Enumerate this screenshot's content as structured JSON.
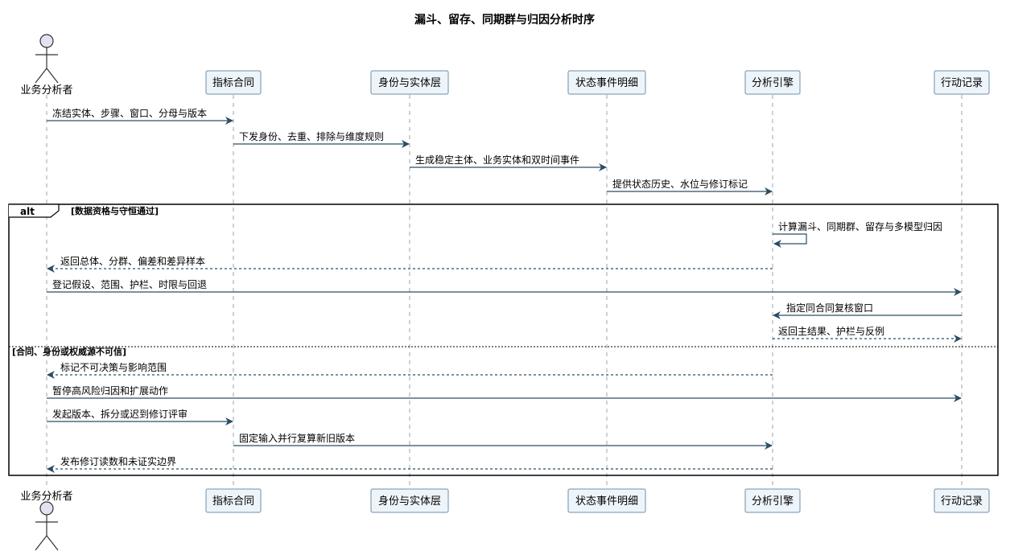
{
  "title": "漏斗、留存、同期群与归因分析时序",
  "participants": [
    {
      "id": "analyst",
      "label": "业务分析者",
      "kind": "actor"
    },
    {
      "id": "contract",
      "label": "指标合同",
      "kind": "box"
    },
    {
      "id": "identity",
      "label": "身份与实体层",
      "kind": "box"
    },
    {
      "id": "events",
      "label": "状态事件明细",
      "kind": "box"
    },
    {
      "id": "engine",
      "label": "分析引擎",
      "kind": "box"
    },
    {
      "id": "actions",
      "label": "行动记录",
      "kind": "box"
    }
  ],
  "messages": [
    {
      "from": "analyst",
      "to": "contract",
      "label": "冻结实体、步骤、窗口、分母与版本",
      "style": "solid"
    },
    {
      "from": "contract",
      "to": "identity",
      "label": "下发身份、去重、排除与维度规则",
      "style": "solid"
    },
    {
      "from": "identity",
      "to": "events",
      "label": "生成稳定主体、业务实体和双时间事件",
      "style": "solid"
    },
    {
      "from": "events",
      "to": "engine",
      "label": "提供状态历史、水位与修订标记",
      "style": "solid"
    },
    {
      "from": "engine",
      "to": "engine",
      "label": "计算漏斗、同期群、留存与多模型归因",
      "style": "solid"
    },
    {
      "from": "engine",
      "to": "analyst",
      "label": "返回总体、分群、偏差和差异样本",
      "style": "dashed"
    },
    {
      "from": "analyst",
      "to": "actions",
      "label": "登记假设、范围、护栏、时限与回退",
      "style": "solid"
    },
    {
      "from": "actions",
      "to": "engine",
      "label": "指定同合同复核窗口",
      "style": "solid"
    },
    {
      "from": "engine",
      "to": "actions",
      "label": "返回主结果、护栏与反例",
      "style": "dashed"
    },
    {
      "from": "engine",
      "to": "analyst",
      "label": "标记不可决策与影响范围",
      "style": "dashed"
    },
    {
      "from": "analyst",
      "to": "actions",
      "label": "暂停高风险归因和扩展动作",
      "style": "solid"
    },
    {
      "from": "analyst",
      "to": "contract",
      "label": "发起版本、拆分或迟到修订评审",
      "style": "solid"
    },
    {
      "from": "contract",
      "to": "engine",
      "label": "固定输入并行复算新旧版本",
      "style": "solid"
    },
    {
      "from": "engine",
      "to": "analyst",
      "label": "发布修订读数和未证实边界",
      "style": "dashed"
    }
  ],
  "fragment": {
    "type": "alt",
    "guard1": "[数据资格与守恒通过]",
    "guard2": "[合同、身份或权威源不可信]"
  },
  "colors": {
    "participant_fill": "#eef5fa",
    "participant_stroke": "#6f8ea8",
    "arrow": "#2b4d63",
    "lifeline": "#9aa6b0",
    "frame": "#000000"
  }
}
